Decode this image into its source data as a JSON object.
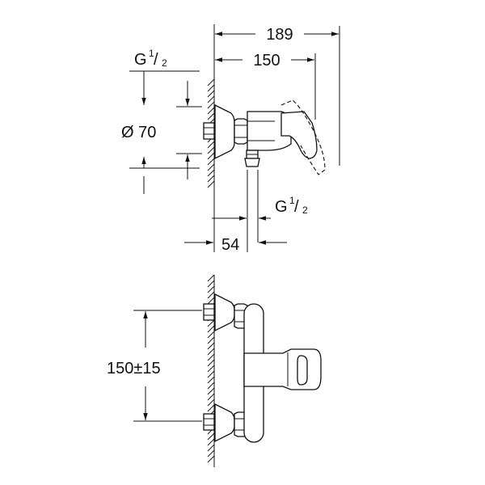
{
  "drawing": {
    "side_view": {
      "overall_projection": "189",
      "lever_projection": "150",
      "wall_inlet_thread_base": "G",
      "wall_inlet_thread_num": "1",
      "wall_inlet_thread_den": "2",
      "flange_diameter": "Ø 70",
      "outlet_thread_base": "G",
      "outlet_thread_num": "1",
      "outlet_thread_den": "2",
      "outlet_offset": "54"
    },
    "front_view": {
      "inlet_centres": "150±15"
    }
  }
}
